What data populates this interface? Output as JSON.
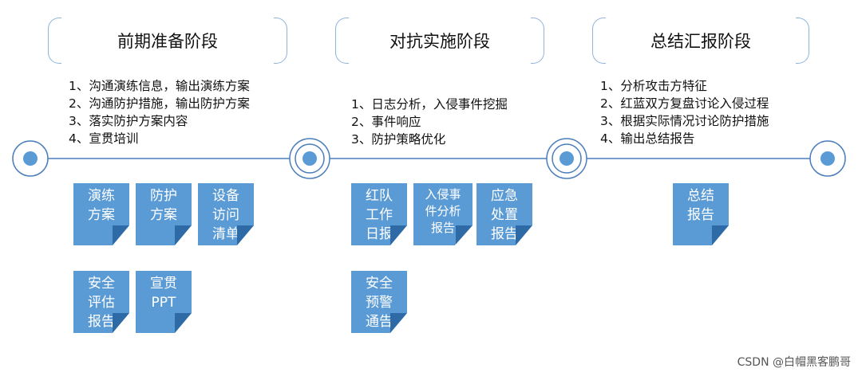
{
  "phases": [
    {
      "title": "前期准备阶段",
      "steps": [
        "1、沟通演练信息，输出演练方案",
        "2、沟通防护措施，输出防护方案",
        "3、落实防护方案内容",
        "4、宣贯培训"
      ],
      "docs": [
        "演练\n方案",
        "防护\n方案",
        "设备\n访问\n清单",
        "安全\n评估\n报告",
        "宣贯\nPPT"
      ]
    },
    {
      "title": "对抗实施阶段",
      "steps": [
        "1、日志分析，入侵事件挖掘",
        "2、事件响应",
        "3、防护策略优化"
      ],
      "docs": [
        "红队\n工作\n日报",
        "入侵事\n件分析\n报告",
        "应急\n处置\n报告",
        "安全\n预警\n通告"
      ]
    },
    {
      "title": "总结汇报阶段",
      "steps": [
        "1、分析攻击方特征",
        "2、红蓝双方复盘讨论入侵过程",
        "3、根据实际情况讨论防护措施",
        "4、输出总结报告"
      ],
      "docs": [
        "总结\n报告"
      ]
    }
  ],
  "watermark": "CSDN @白帽黑客鹏哥",
  "colors": {
    "doc_fill": "#5b9bd5",
    "doc_fold": "#2e6aa6",
    "timeline": "#4a7ebb",
    "bracket": "#8fb4dc"
  }
}
